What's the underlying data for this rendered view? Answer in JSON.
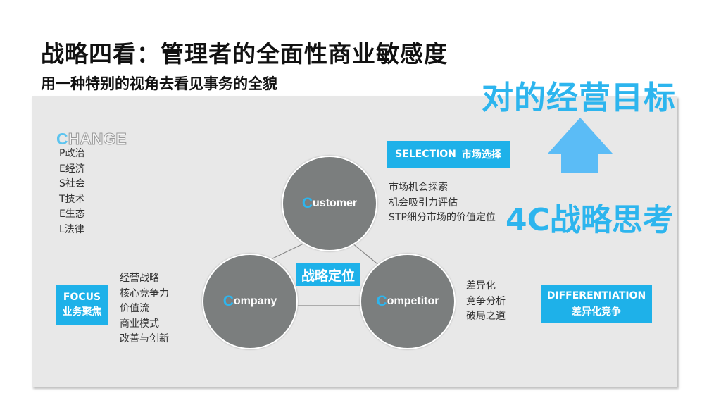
{
  "title": "战略四看：管理者的全面性商业敏感度",
  "subtitle": "用一种特别的视角去看见事务的全貌",
  "goal": "对的经营目标",
  "strategy_4c": "4C战略思考",
  "colors": {
    "accent": "#1eb1e9",
    "circle": "#7b7e7e",
    "panel": "#e8e8e8"
  },
  "change": {
    "first_letter": "C",
    "rest": "HANGE",
    "items": [
      "P政治",
      "E经济",
      "S社会",
      "T技术",
      "E生态",
      "L法律"
    ]
  },
  "circles": {
    "customer": {
      "initial": "C",
      "rest": "ustomer"
    },
    "company": {
      "initial": "C",
      "rest": "ompany"
    },
    "competitor": {
      "initial": "C",
      "rest": "ompetitor"
    }
  },
  "center_label": "战略定位",
  "selection": {
    "label_en": "SELECTION",
    "label_cn": "市场选择",
    "items": [
      "市场机会探索",
      "机会吸引力评估",
      "STP细分市场的价值定位"
    ]
  },
  "focus": {
    "label_en": "FOCUS",
    "label_cn": "业务聚焦",
    "items": [
      "经营战略",
      "核心竞争力",
      "价值流",
      "商业模式",
      "改善与创新"
    ]
  },
  "differentiation": {
    "label_en": "DIFFERENTIATION",
    "label_cn": "差异化竞争",
    "items": [
      "差异化",
      "竞争分析",
      "破局之道"
    ]
  }
}
